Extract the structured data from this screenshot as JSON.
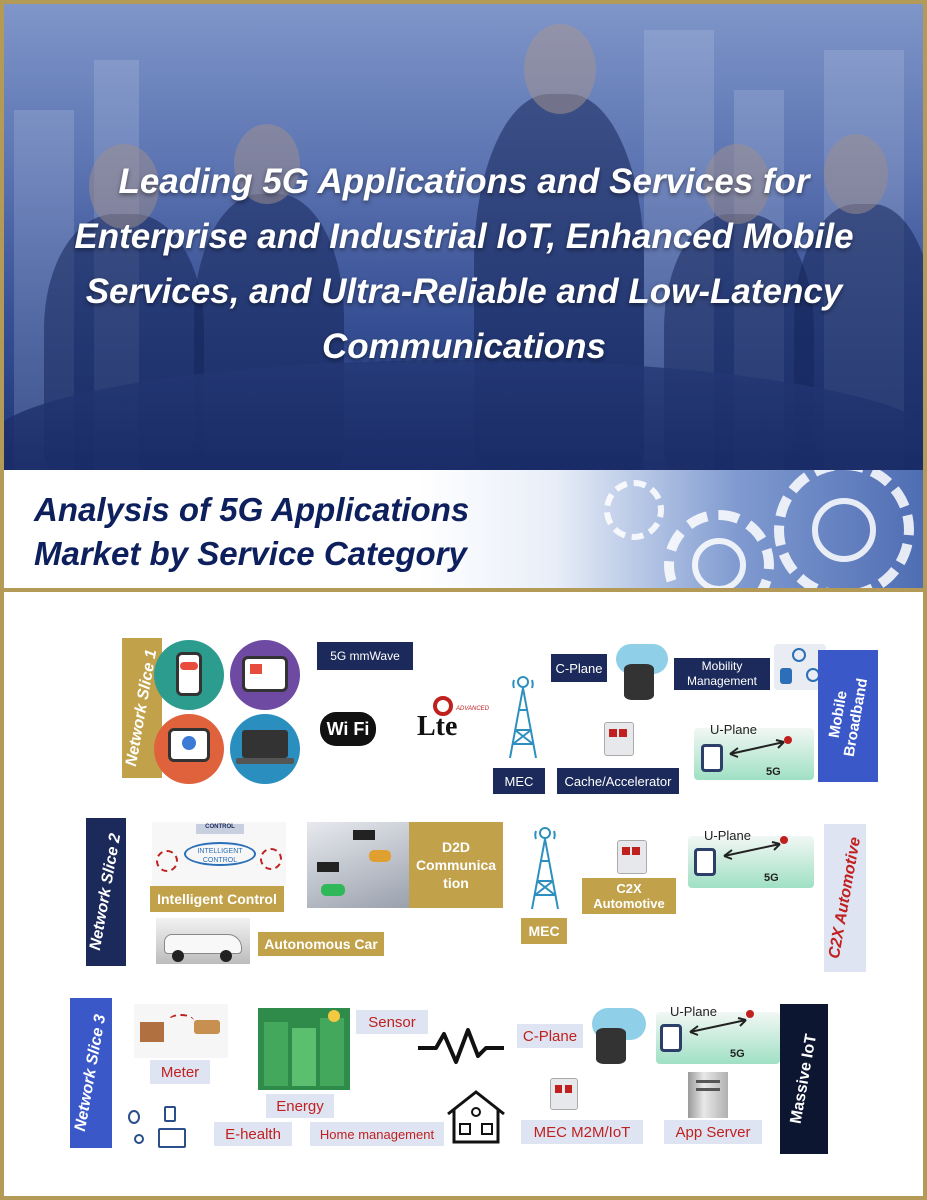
{
  "hero": {
    "title": "Leading 5G Applications and Services for Enterprise and Industrial IoT, Enhanced Mobile Services, and Ultra-Reliable and Low-Latency Communications"
  },
  "subtitle": "Analysis of 5G Applications Market by Service Category",
  "colors": {
    "gold": "#b39a56",
    "navy": "#1b2a5a",
    "red_text": "#c0211f",
    "blue_label": "#3b58c8"
  },
  "slice1": {
    "label": "Network Slice 1",
    "mmwave": "5G mmWave",
    "wifi": "Wi Fi",
    "lte": "Lte",
    "lte_sup": "ADVANCED",
    "mec": "MEC",
    "c_plane": "C-Plane",
    "mobility": "Mobility Management",
    "cache": "Cache/Accelerator",
    "uplane": "U-Plane",
    "fiveg": "5G",
    "side": "Mobile Broadband"
  },
  "slice2": {
    "label": "Network Slice 2",
    "control_top": "CONTROL",
    "control_center": "INTELLIGENT CONTROL",
    "intelligent_control": "Intelligent Control",
    "d2d": "D2D Communica tion",
    "autonomous": "Autonomous Car",
    "mec": "MEC",
    "c2x": "C2X Automotive",
    "uplane": "U-Plane",
    "fiveg": "5G",
    "side": "C2X Automotive"
  },
  "slice3": {
    "label": "Network Slice 3",
    "meter": "Meter",
    "energy": "Energy",
    "sensor": "Sensor",
    "c_plane": "C-Plane",
    "uplane": "U-Plane",
    "fiveg": "5G",
    "ehealth": "E-health",
    "home": "Home management",
    "mec": "MEC M2M/IoT",
    "app": "App Server",
    "side": "Massive IoT"
  }
}
